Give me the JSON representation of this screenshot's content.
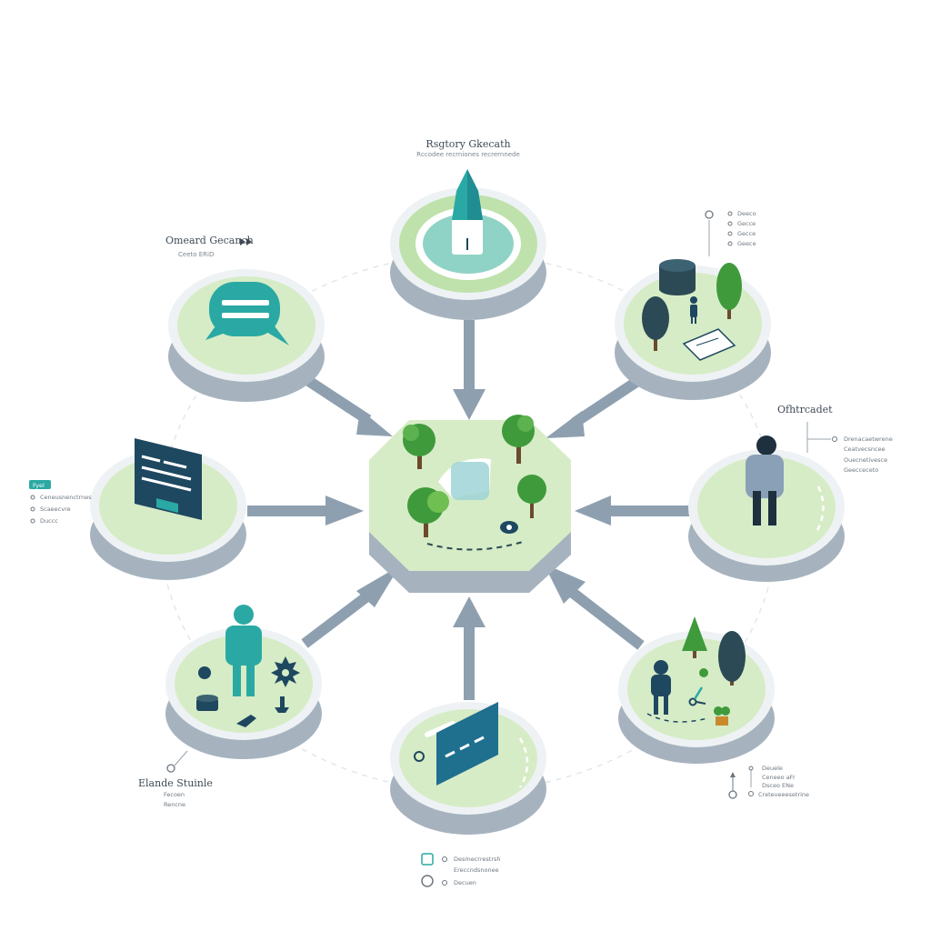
{
  "colors": {
    "platform_top": "#d6ecc6",
    "platform_inner": "#bfe2ac",
    "platform_side": "#a6b3bf",
    "platform_rim": "#eef2f4",
    "arrow": "#8ea0b0",
    "teal": "#2aa9a4",
    "navy": "#1e4760",
    "tree_green": "#3f9a3c",
    "tree_dark": "#2c4a55",
    "trunk": "#6b4a2e",
    "dashed_ring": "#e3e7ea"
  },
  "nodes": {
    "top": {
      "title": "Rsgtory Gkecath",
      "sub": "Rccodee recrniones recrernnede"
    },
    "upper_left": {
      "title": "Omeard Gecanch",
      "sub": "Ceeto ERiD"
    },
    "left_legend": {
      "badge": "Fyel",
      "items": [
        "Ceneusnenctrnes",
        "Scaeecvre",
        "Duccc"
      ]
    },
    "upper_right_list": {
      "items": [
        "Deeco",
        "Gecce",
        "Gecce",
        "Geece"
      ]
    },
    "right": {
      "title": "Ofhtrcadet",
      "items": [
        "Drenacaetwrene",
        "Ceatvecsncee",
        "Ouecnetivesce",
        "Geecceceto"
      ]
    },
    "lower_left": {
      "title": "Elande Stuinle",
      "items": [
        "Fecoen",
        "Rencne"
      ]
    },
    "bottom_legend": {
      "items": [
        "Desmecrrestrsh",
        "Ereccndsnonee",
        "Decuen"
      ]
    },
    "lower_right": {
      "items": [
        "Deuele",
        "Ceneeo  aFr",
        "Dsceo  ENe",
        "Creteveeesetrine"
      ]
    }
  }
}
